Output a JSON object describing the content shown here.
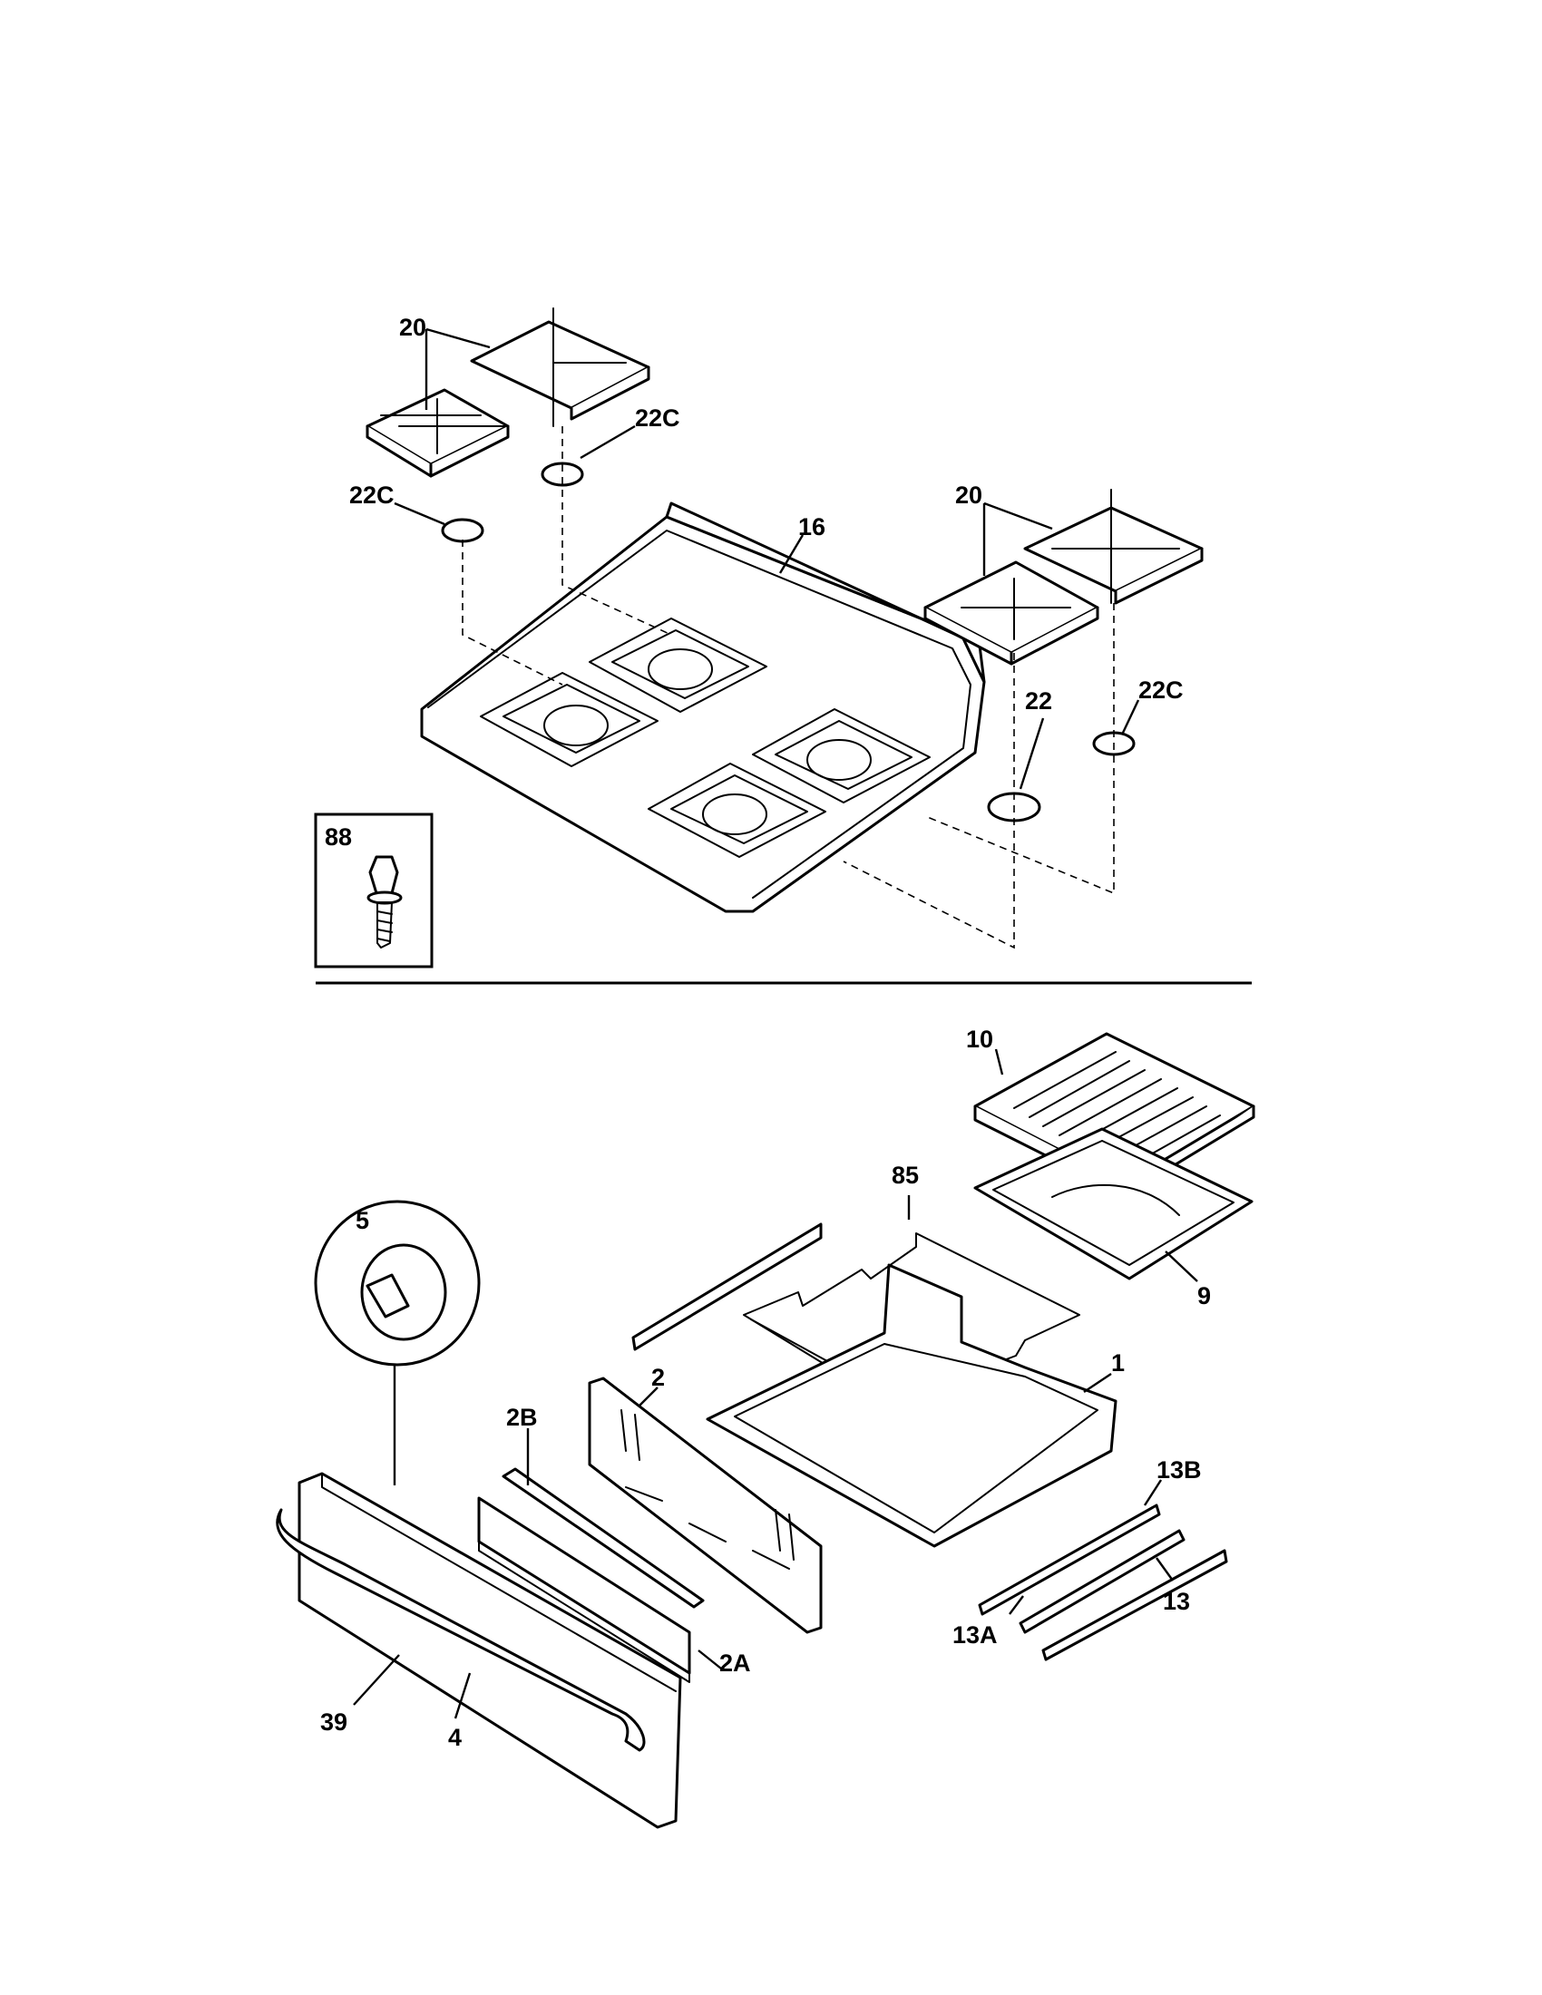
{
  "labels": {
    "grate_left": "20",
    "cap_left_upper": "22C",
    "cap_left_lower": "22C",
    "cooktop": "16",
    "grate_right": "20",
    "cap_small": "22",
    "cap_right": "22C",
    "inset": "88",
    "broiler_grid": "10",
    "rack": "85",
    "broiler_pan": "9",
    "knob_detail": "5",
    "drawer_body": "1",
    "inner_panel": "2",
    "panel_b": "2B",
    "slide_13b": "13B",
    "slide_13": "13",
    "slide_13a": "13A",
    "panel_a": "2A",
    "handle": "39",
    "drawer_front": "4"
  }
}
